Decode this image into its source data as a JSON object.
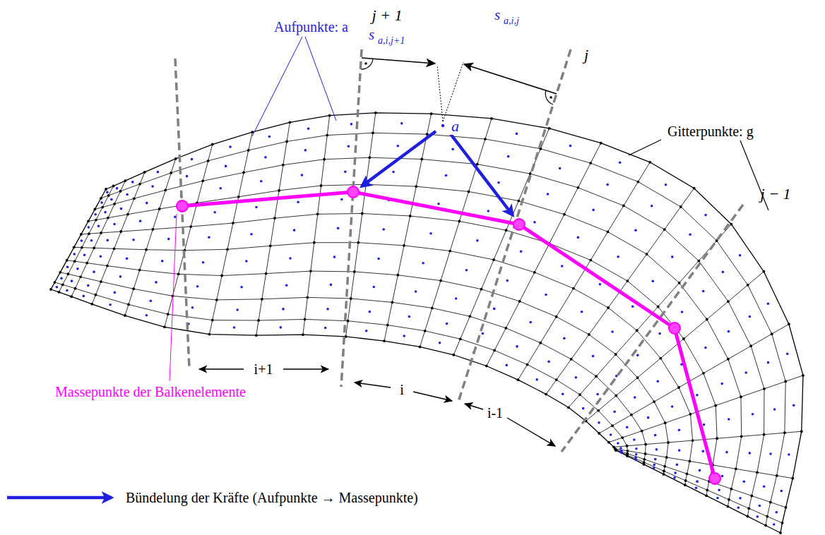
{
  "diagram": {
    "labels": [
      "j + 1",
      "j",
      "j − 1",
      "s⃗",
      "a,i,j+1",
      "s⃗",
      "a,i,j",
      "Aufpunkte: a",
      "a",
      "Gitterpunkte: g",
      "i+1",
      "i",
      "i-1",
      "Massepunkte der Balkenelemente"
    ],
    "legend": [
      {
        "text": "Bündelung der Kräfte (Aufpunkte → Massepunkte)"
      }
    ]
  }
}
